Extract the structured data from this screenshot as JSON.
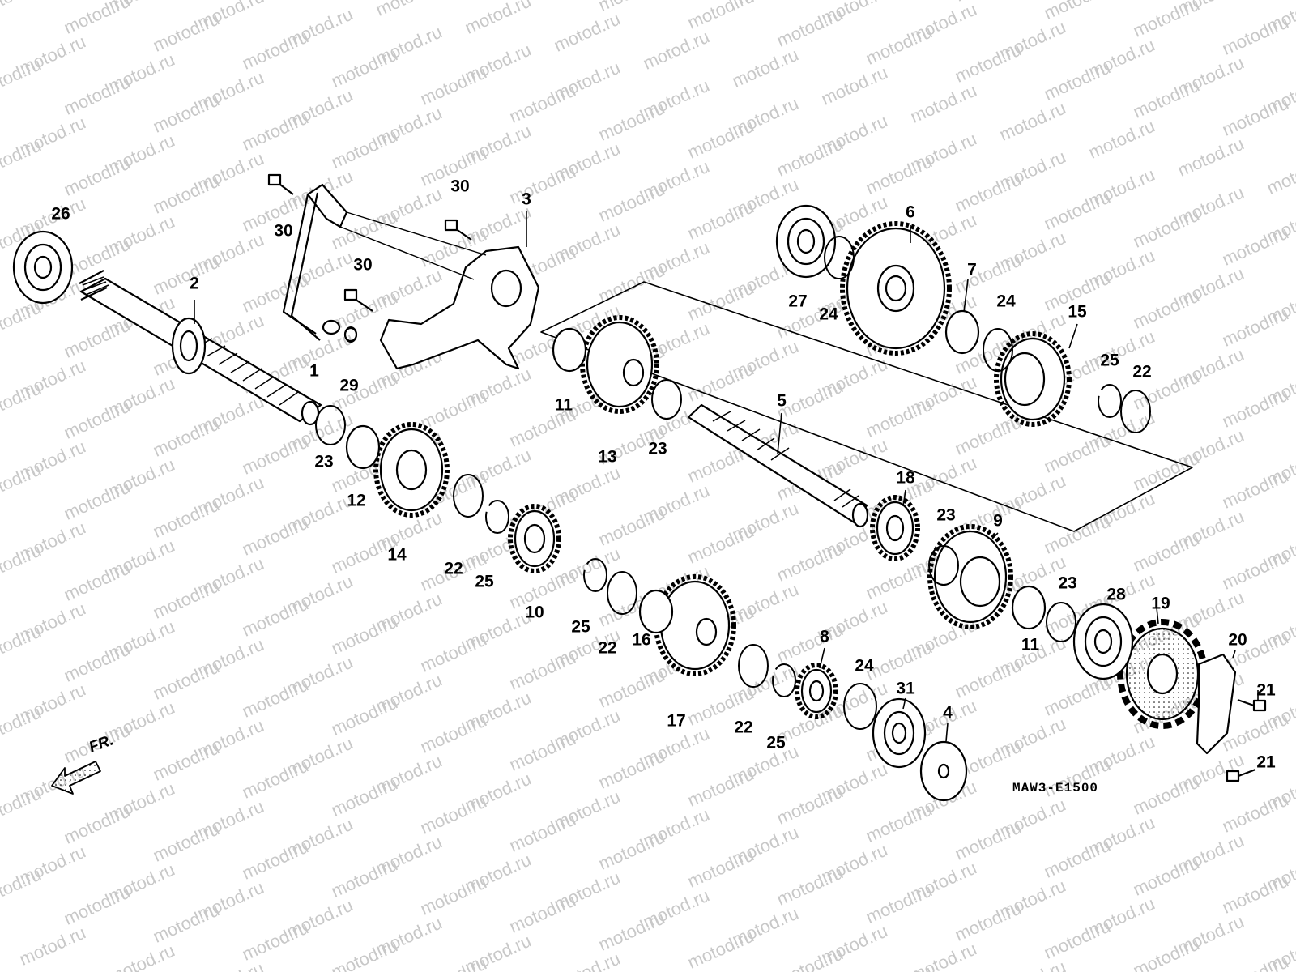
{
  "diagram_code": "MAW3-E1500",
  "direction_label": "FR.",
  "watermark_text": "motod.ru",
  "colors": {
    "line": "#000000",
    "watermark": "#c8c8c8",
    "background": "#ffffff"
  },
  "callouts": [
    "1",
    "2",
    "3",
    "4",
    "5",
    "6",
    "7",
    "8",
    "9",
    "10",
    "11",
    "11",
    "12",
    "13",
    "14",
    "15",
    "16",
    "17",
    "18",
    "19",
    "20",
    "21",
    "21",
    "22",
    "22",
    "22",
    "22",
    "23",
    "23",
    "23",
    "23",
    "24",
    "24",
    "24",
    "25",
    "25",
    "25",
    "25",
    "26",
    "27",
    "28",
    "29",
    "30",
    "30",
    "30",
    "31"
  ]
}
